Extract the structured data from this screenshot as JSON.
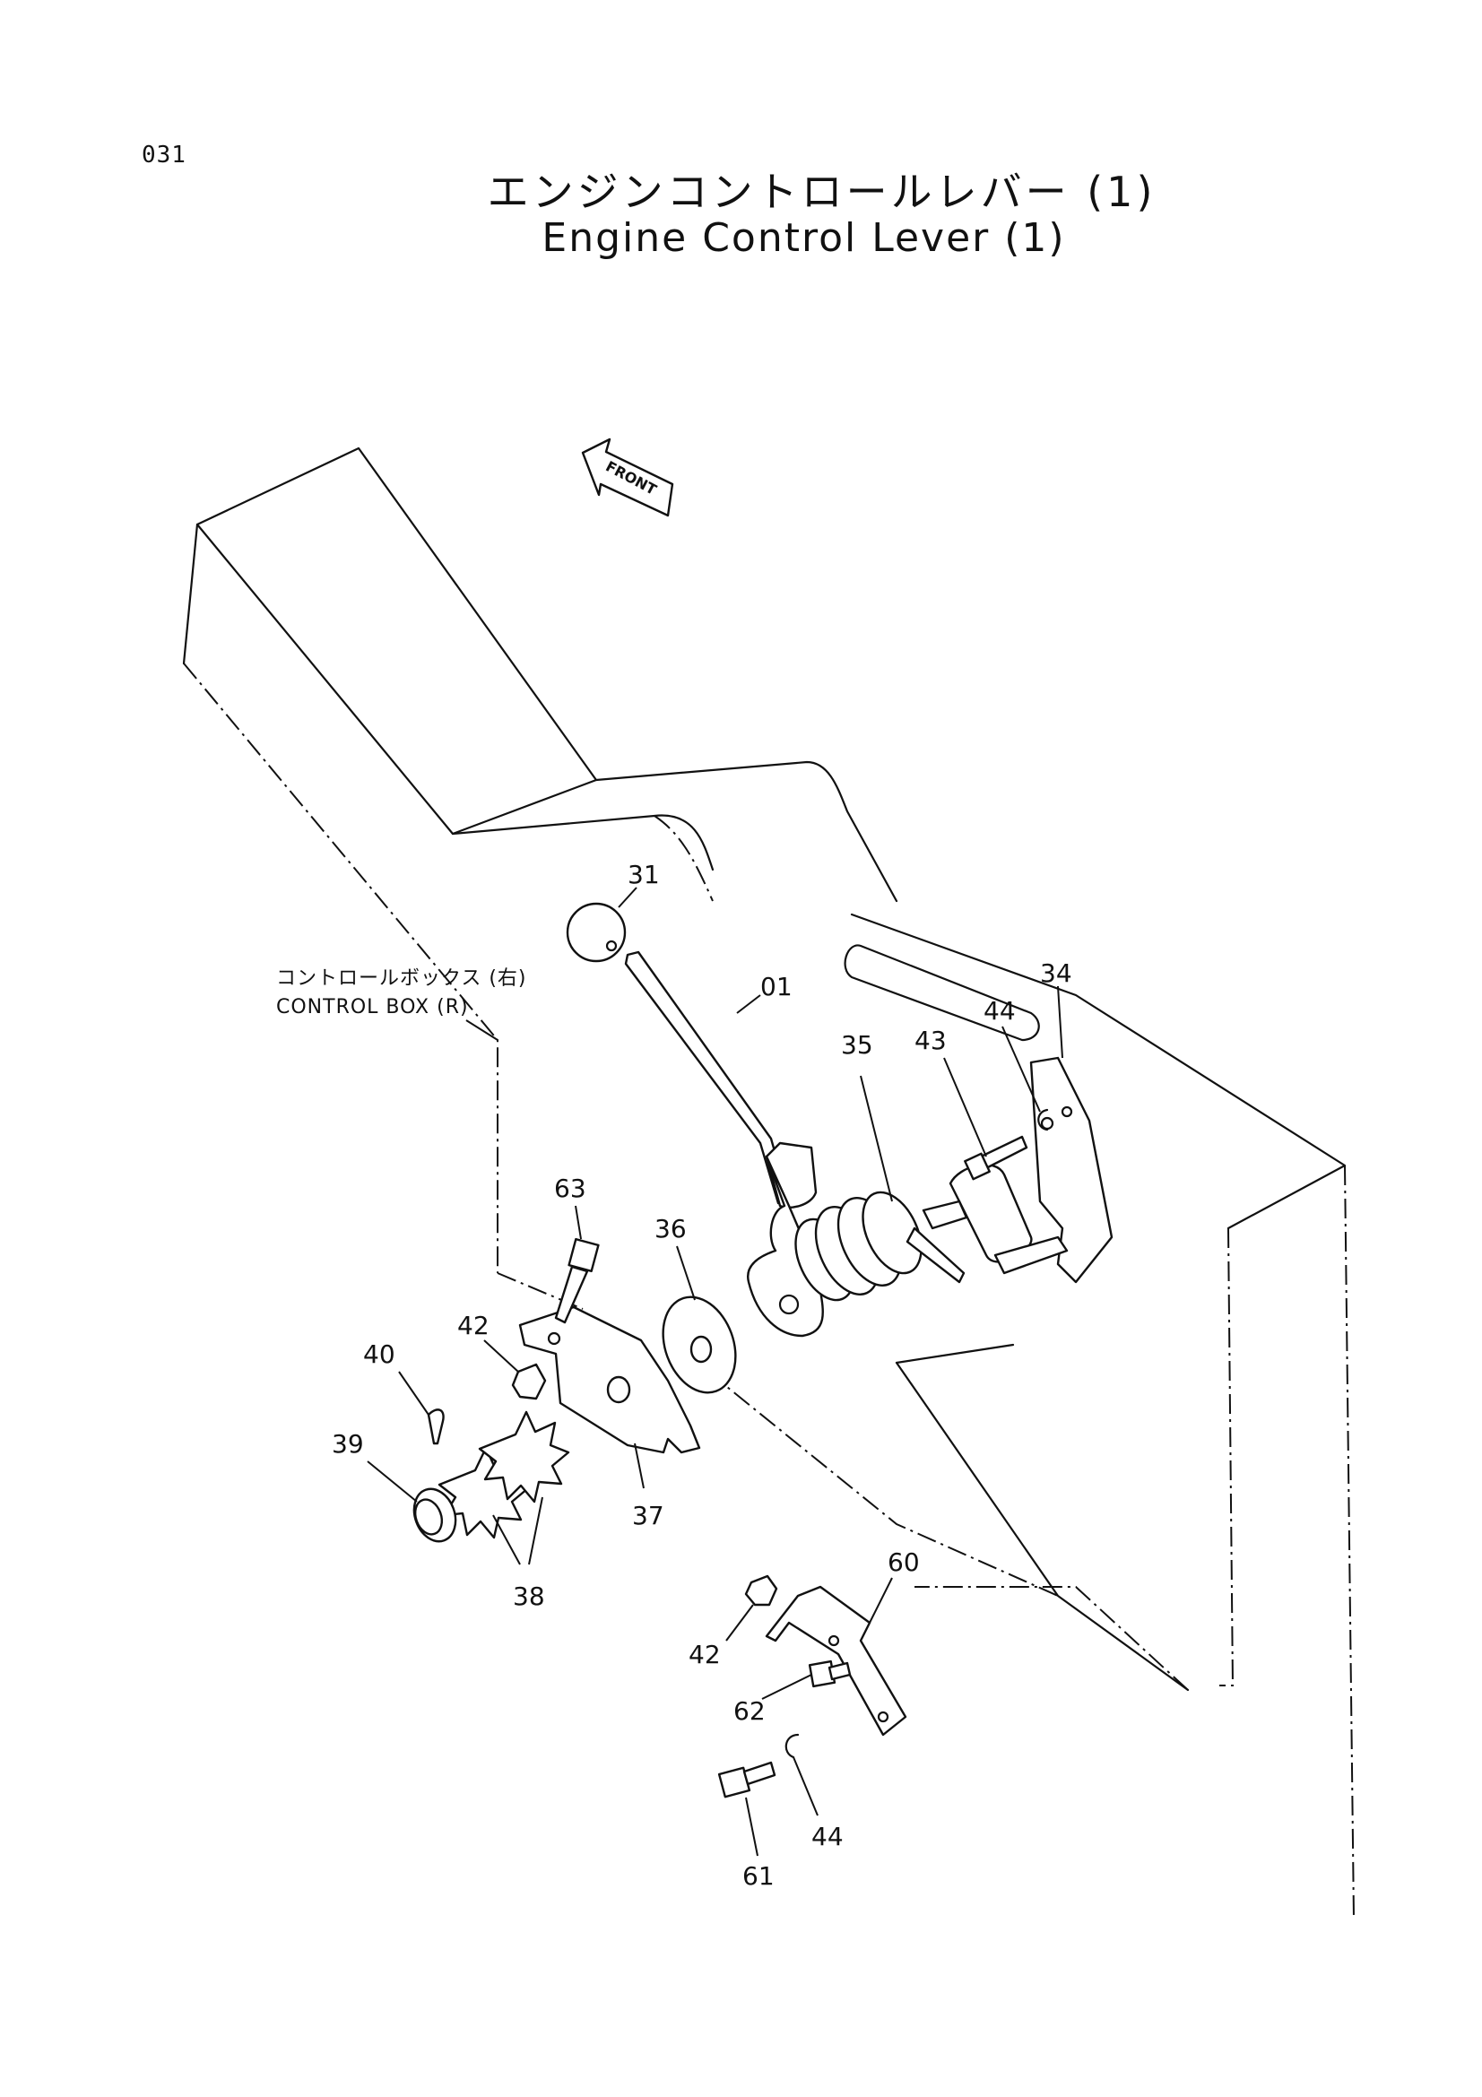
{
  "page": {
    "number": "031",
    "title_jp": "エンジンコントロールレバー (1)",
    "title_en": "Engine Control Lever (1)"
  },
  "diagram": {
    "front_label": "FRONT",
    "control_box_label_jp": "コントロールボックス (右)",
    "control_box_label_en": "CONTROL BOX (R)",
    "callouts": {
      "c31": "31",
      "c01": "01",
      "c34": "34",
      "c44_top": "44",
      "c43": "43",
      "c35": "35",
      "c36": "36",
      "c63": "63",
      "c42_left": "42",
      "c40": "40",
      "c39": "39",
      "c37": "37",
      "c38": "38",
      "c60": "60",
      "c42_bottom": "42",
      "c62": "62",
      "c44_bottom": "44",
      "c61": "61"
    }
  }
}
